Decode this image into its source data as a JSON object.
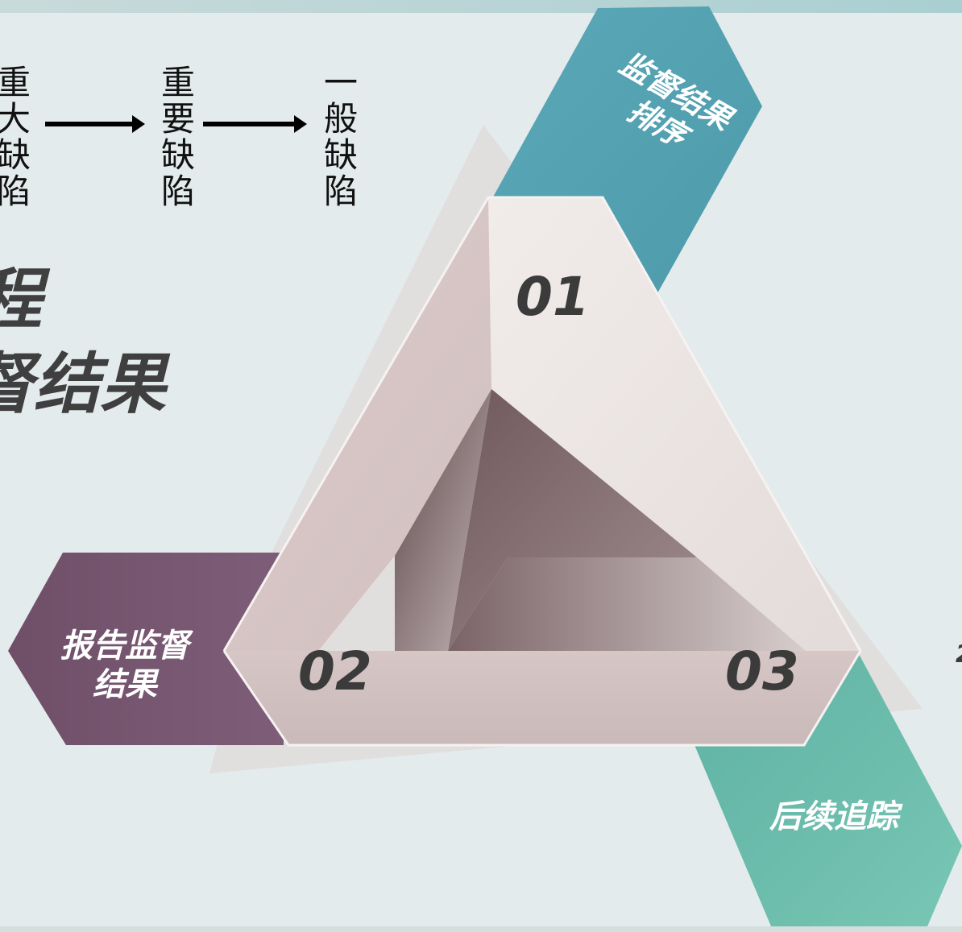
{
  "flow": {
    "step1": "重大缺陷",
    "step2": "重要缺陷",
    "step3": "一般缺陷"
  },
  "title": {
    "line1": "程",
    "line2": "督结果"
  },
  "triangle": {
    "n1": "01",
    "n2": "02",
    "n3": "03"
  },
  "ribbons": {
    "top": {
      "line1": "监督结果",
      "line2": "排序",
      "color": "#5aa8b8"
    },
    "left": {
      "line1": "报告监督",
      "line2": "结果",
      "color": "#785772"
    },
    "right": {
      "line1": "后续追踪",
      "color": "#6dbfae"
    }
  },
  "edge_glyph": "2"
}
